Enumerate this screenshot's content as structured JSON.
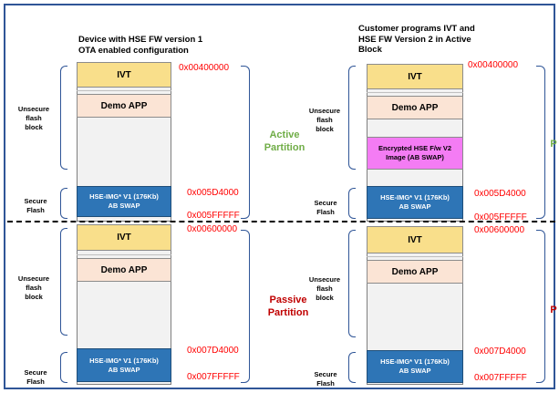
{
  "left": {
    "title_line1": "Device with HSE FW version 1",
    "title_line2": "OTA enabled configuration",
    "ivt_top": "IVT",
    "demo_top": "Demo APP",
    "hse_top_line1": "HSE-IMG* V1 (176Kb)",
    "hse_top_line2": "AB SWAP",
    "ivt_bottom": "IVT",
    "demo_bottom": "Demo APP",
    "hse_bottom_line1": "HSE-IMG* V1 (176Kb)",
    "hse_bottom_line2": "AB SWAP",
    "unsecure_top": [
      "Unsecure",
      "flash",
      "block"
    ],
    "secure_top": [
      "Secure",
      "Flash"
    ],
    "unsecure_bottom": [
      "Unsecure",
      "flash",
      "block"
    ],
    "secure_bottom": [
      "Secure",
      "Flash"
    ],
    "active_partition": [
      "Active",
      "Partition"
    ],
    "passive_partition": [
      "Passive",
      "Partition"
    ]
  },
  "right": {
    "title_line1": "Customer programs IVT and",
    "title_line2": "HSE FW Version 2 in Active",
    "title_line3": "Block",
    "ivt_top": "IVT",
    "demo_top": "Demo APP",
    "enc_line1": "Encrypted HSE F/w V2",
    "enc_line2": "Image (AB SWAP)",
    "hse_top_line1": "HSE-IMG* V1 (176Kb)",
    "hse_top_line2": "AB SWAP",
    "ivt_bottom": "IVT",
    "demo_bottom": "Demo APP",
    "hse_bottom_line1": "HSE-IMG* V1 (176Kb)",
    "hse_bottom_line2": "AB SWAP",
    "unsecure_top": [
      "Unsecure",
      "flash",
      "block"
    ],
    "secure_top": [
      "Secure",
      "Flash"
    ],
    "unsecure_bottom": [
      "Unsecure",
      "flash",
      "block"
    ],
    "secure_bottom": [
      "Secure",
      "Flash"
    ],
    "active_partition_fragment": "P",
    "passive_partition_fragment": "P"
  },
  "addresses": {
    "a1": "0x00400000",
    "a2": "0x005D4000",
    "a3": "0x005FFFFF",
    "a4": "0x00600000",
    "a5": "0x007D4000",
    "a6": "0x007FFFFF"
  },
  "colors": {
    "ivt": "#f9df8b",
    "demo": "#fbe4d5",
    "encrypted": "#f47cf4",
    "hse": "#2e75b6",
    "address": "#ff0000",
    "active": "#70ad47",
    "passive": "#c00000",
    "frame": "#2f5597"
  }
}
